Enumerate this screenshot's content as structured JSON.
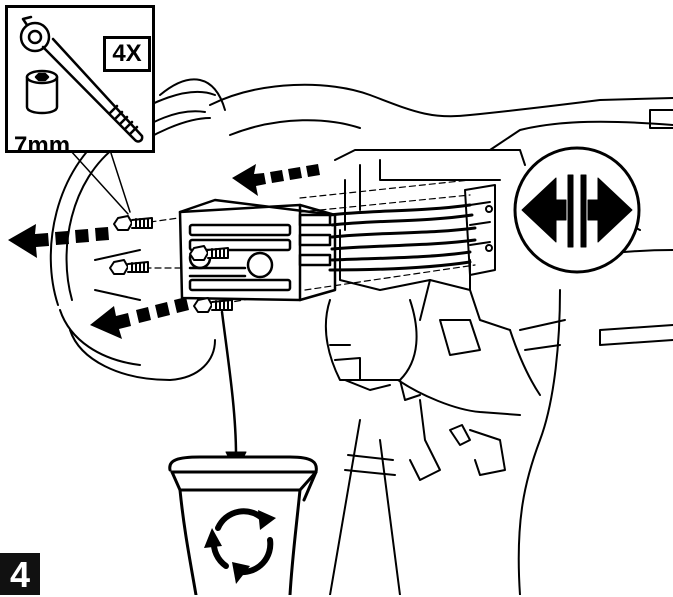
{
  "tool_callout": {
    "quantity": "4X",
    "socket_size": "7mm",
    "tools": [
      "ratchet-icon",
      "socket-icon"
    ]
  },
  "step_number": "4",
  "symbols": [
    "remove-arrow-icon",
    "separate-connectors-icon",
    "recycle-bin-icon"
  ],
  "colors": {
    "line": "#000000",
    "background": "#ffffff",
    "step_badge": "#111111"
  }
}
